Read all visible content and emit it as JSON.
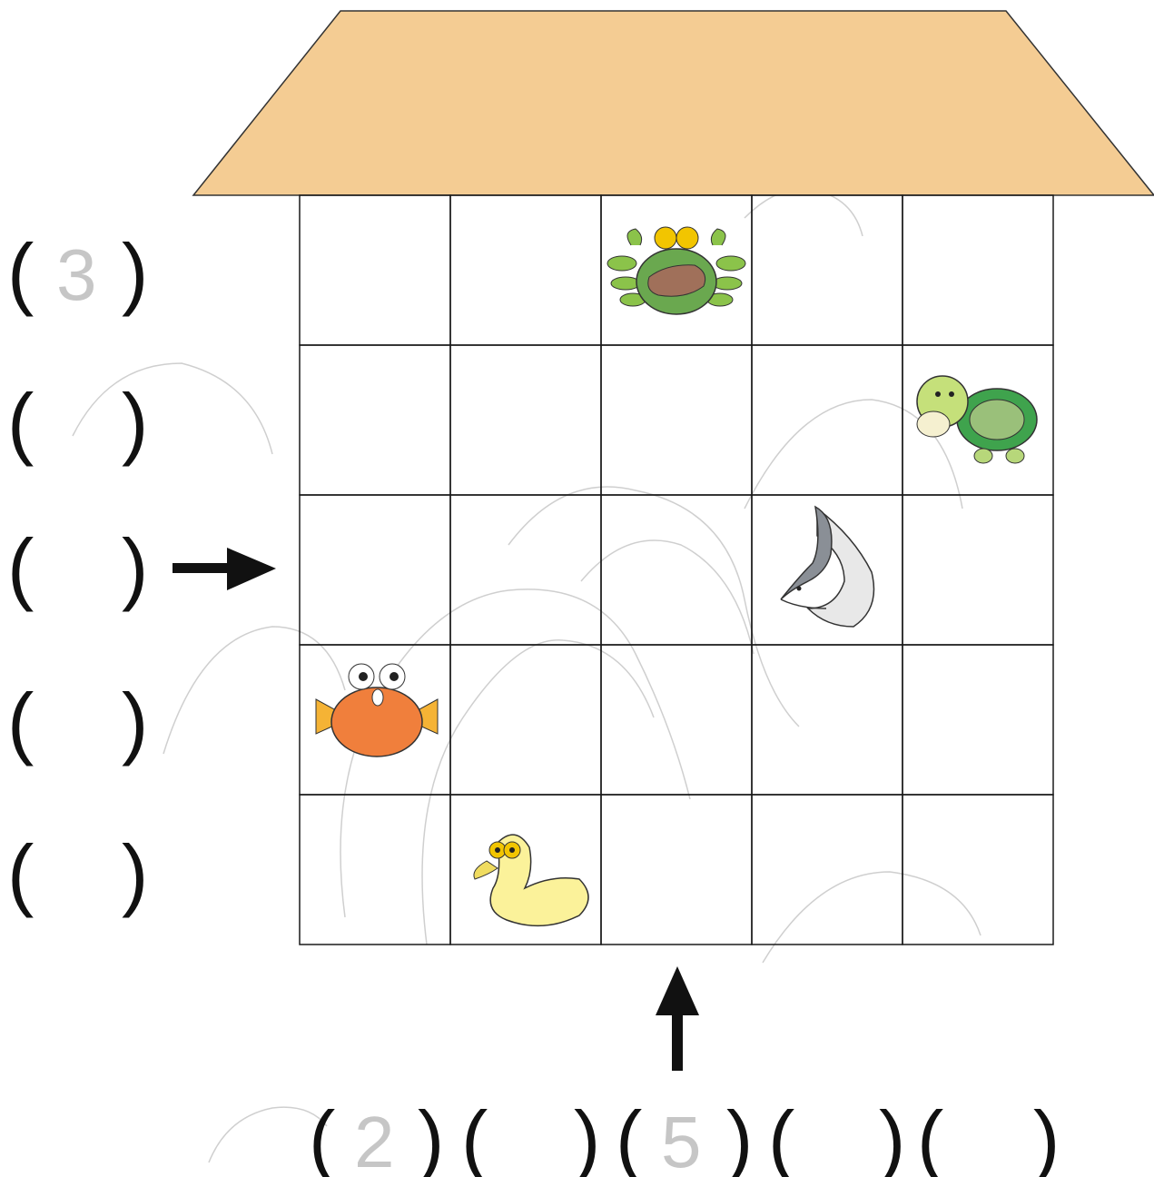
{
  "colors": {
    "roof": "#f4cc93",
    "grid_line": "#1a1a1a",
    "answer_text": "#c6c6c6",
    "arrow": "#111111",
    "watermark": "#cfcfcf"
  },
  "grid": {
    "rows": 5,
    "cols": 5,
    "animals": [
      {
        "name": "crab",
        "icon": "crab-icon",
        "row": 1,
        "col": 3
      },
      {
        "name": "turtle",
        "icon": "turtle-icon",
        "row": 2,
        "col": 5
      },
      {
        "name": "dolphin",
        "icon": "dolphin-icon",
        "row": 3,
        "col": 4
      },
      {
        "name": "pufferfish",
        "icon": "pufferfish-icon",
        "row": 4,
        "col": 1
      },
      {
        "name": "duck",
        "icon": "duck-icon",
        "row": 5,
        "col": 2
      }
    ]
  },
  "row_labels": [
    {
      "open": "(",
      "value": "3",
      "close": ")"
    },
    {
      "open": "(",
      "value": "",
      "close": ")"
    },
    {
      "open": "(",
      "value": "",
      "close": ")"
    },
    {
      "open": "(",
      "value": "",
      "close": ")"
    },
    {
      "open": "(",
      "value": "",
      "close": ")"
    }
  ],
  "col_labels": [
    {
      "open": "(",
      "value": "2",
      "close": ")"
    },
    {
      "open": "(",
      "value": "",
      "close": ")"
    },
    {
      "open": "(",
      "value": "5",
      "close": ")"
    },
    {
      "open": "(",
      "value": "",
      "close": ")"
    },
    {
      "open": "(",
      "value": "",
      "close": ")"
    }
  ],
  "arrows": [
    {
      "icon": "right-arrow-icon",
      "points_to_row": 3
    },
    {
      "icon": "up-arrow-icon",
      "points_to_col": 3
    }
  ]
}
